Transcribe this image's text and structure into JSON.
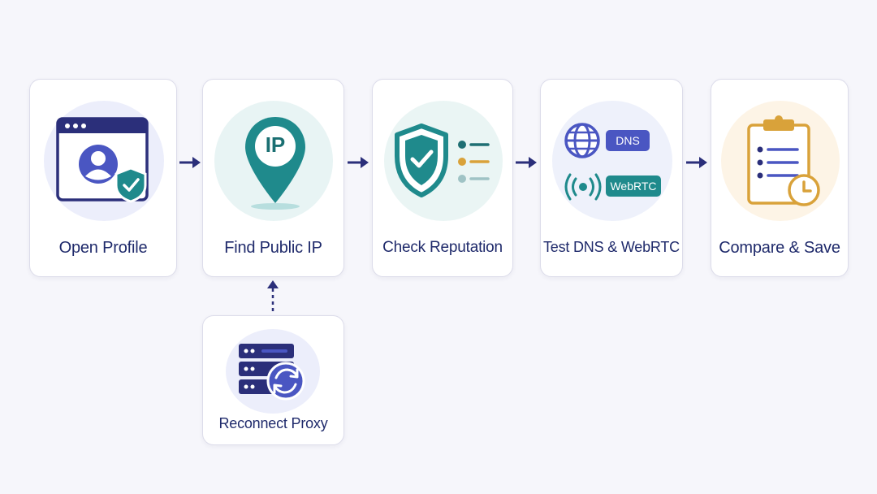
{
  "colors": {
    "navy": "#2b2f7a",
    "indigo": "#4a56c2",
    "teal": "#1f8a8c",
    "gold": "#d9a23a",
    "card_border": "#dcdcea"
  },
  "steps": [
    {
      "label": "Open Profile",
      "icon": "browser-profile-shield-icon"
    },
    {
      "label": "Find Public IP",
      "icon": "ip-location-pin-icon",
      "badge": "IP"
    },
    {
      "label": "Check Reputation",
      "icon": "shield-check-list-icon"
    },
    {
      "label": "Test DNS & WebRTC",
      "icon": "globe-signal-icon",
      "tags": [
        "DNS",
        "WebRTC"
      ]
    },
    {
      "label": "Compare & Save",
      "icon": "clipboard-clock-icon"
    }
  ],
  "fallback": {
    "label": "Reconnect Proxy",
    "icon": "server-refresh-icon"
  }
}
